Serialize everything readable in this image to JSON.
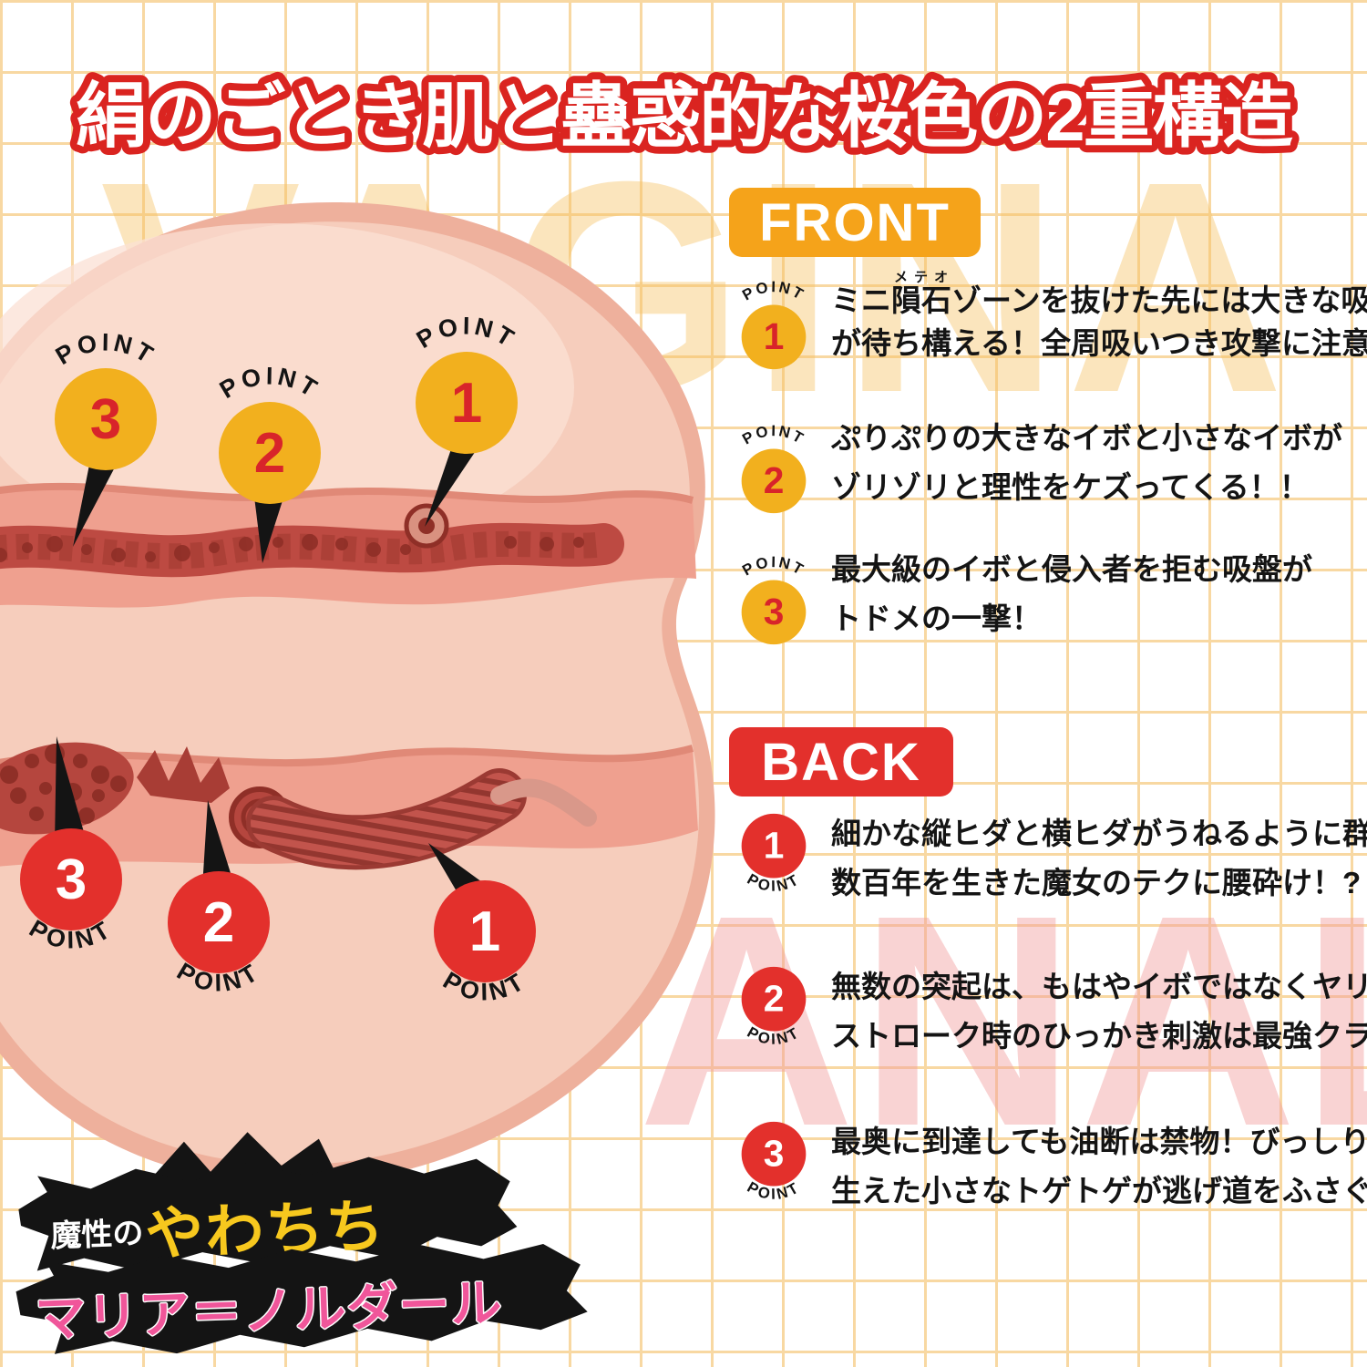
{
  "title": "絹のごとき肌と蠱惑的な桜色の2重構造",
  "point_word": "POINT",
  "watermarks": {
    "front": "VAGINA",
    "back": "ANAL"
  },
  "front": {
    "header": "FRONT",
    "points": [
      {
        "num": "1",
        "ruby": {
          "pre": "ミニ",
          "base": "隕石",
          "rt": "メテオ",
          "post": "ゾーンを抜けた先には大きな吸盤"
        },
        "line2": "が待ち構える！全周吸いつき攻撃に注意！"
      },
      {
        "num": "2",
        "line1": "ぷりぷりの大きなイボと小さなイボが",
        "line2": "ゾリゾリと理性をケズってくる！！"
      },
      {
        "num": "3",
        "line1": "最大級のイボと侵入者を拒む吸盤が",
        "line2": "トドメの一撃！"
      }
    ]
  },
  "back": {
    "header": "BACK",
    "points": [
      {
        "num": "1",
        "line1": "細かな縦ヒダと横ヒダがうねるように群生!",
        "line2": "数百年を生きた魔女のテクに腰砕け！?"
      },
      {
        "num": "2",
        "line1": "無数の突起は、もはやイボではなくヤリ!?",
        "line2": "ストローク時のひっかき刺激は最強クラス!"
      },
      {
        "num": "3",
        "line1": "最奥に到達しても油断は禁物！びっしりと",
        "line2": "生えた小さなトゲトゲが逃げ道をふさぐ！"
      }
    ]
  },
  "diagram": {
    "front_markers": [
      "3",
      "2",
      "1"
    ],
    "back_markers": [
      "3",
      "2",
      "1"
    ]
  },
  "logo": {
    "prefix": "魔性の",
    "main": "やわちち",
    "line2": "マリア＝ノルダール"
  },
  "colors": {
    "accent_orange": "#F5A31A",
    "accent_red": "#E3302C",
    "badge_yellow": "#F2B01E",
    "number_red": "#D8242A",
    "grid": "#F8D8A2",
    "flesh": "#EEB09C",
    "canal": "#EFA08F",
    "tunnel": "#BD4A42",
    "logo_yellow": "#F7C81E",
    "logo_pink": "#F0569A"
  }
}
